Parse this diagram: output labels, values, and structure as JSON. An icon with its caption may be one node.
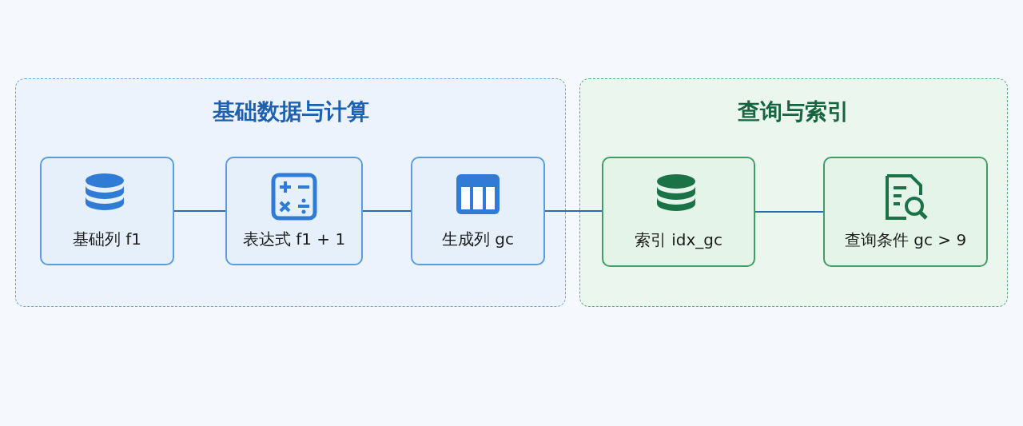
{
  "diagram": {
    "nodes": [
      {
        "text": [
          "基础数据与计算"
        ]
      },
      {
        "text": [
          "基础列 f1"
        ],
        "in": 0
      },
      {
        "text": [
          "表达式 f1 + 1"
        ],
        "in": 0
      },
      {
        "text": [
          "生成列 gc"
        ],
        "in": 0
      },
      {
        "text": [
          "查询与索引"
        ]
      },
      {
        "text": [
          "索引 idx_gc"
        ],
        "in": 4
      },
      {
        "text": [
          "查询条件 gc > 9"
        ],
        "in": 4
      }
    ],
    "edges": [
      {
        "from": 1,
        "to": 2,
        "arrow": "none"
      },
      {
        "from": 2,
        "to": 3,
        "arrow": "none"
      },
      {
        "from": 3,
        "to": 5,
        "arrow": "none"
      },
      {
        "from": 5,
        "to": 6,
        "arrow": "none"
      }
    ]
  }
}
